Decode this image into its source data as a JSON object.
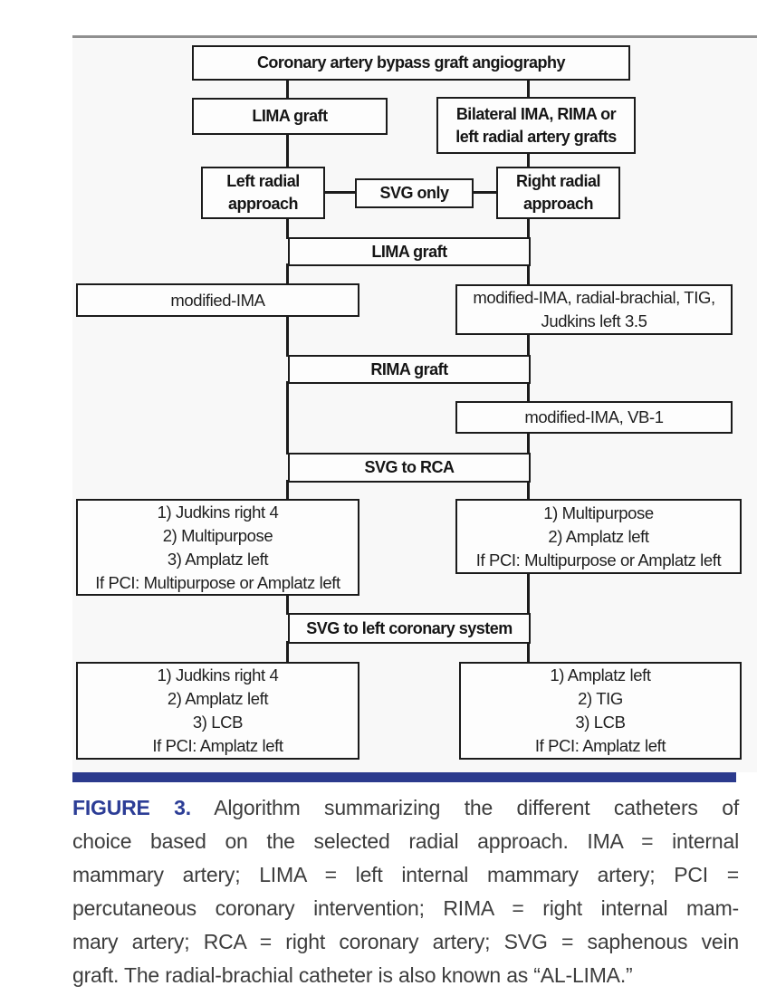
{
  "figure": {
    "root": "Coronary artery bypass graft angiography",
    "lima_graft": "LIMA graft",
    "bilateral": [
      "Bilateral IMA, RIMA or",
      "left radial artery grafts"
    ],
    "left_radial": [
      "Left radial",
      "approach"
    ],
    "svg_only": "SVG only",
    "right_radial": [
      "Right radial",
      "approach"
    ],
    "band_lima_graft": "LIMA graft",
    "left_lima_catheters": "modified-IMA",
    "right_lima_catheters": [
      "modified-IMA, radial-brachial, TIG,",
      "Judkins left 3.5"
    ],
    "band_rima_graft": "RIMA graft",
    "right_rima_catheters": "modified-IMA, VB-1",
    "band_svg_rca": "SVG to RCA",
    "left_svg_rca_catheters": [
      "1) Judkins right 4",
      "2) Multipurpose",
      "3) Amplatz left",
      "If PCI: Multipurpose or Amplatz left"
    ],
    "right_svg_rca_catheters": [
      "1) Multipurpose",
      "2) Amplatz left",
      "If PCI: Multipurpose or Amplatz left"
    ],
    "band_svg_left": "SVG to left coronary system",
    "left_svg_left_catheters": [
      "1) Judkins right 4",
      "2) Amplatz left",
      "3) LCB",
      "If PCI: Amplatz left"
    ],
    "right_svg_left_catheters": [
      "1) Amplatz left",
      "2) TIG",
      "3) LCB",
      "If PCI: Amplatz left"
    ]
  },
  "caption": {
    "lead": "FIGURE 3.",
    "lines": [
      "Algorithm summarizing the different catheters of",
      "choice based on the selected radial approach. IMA = internal",
      "mammary artery; LIMA = left internal mammary artery; PCI =",
      "percutaneous coronary intervention; RIMA = right internal mam-",
      "mary artery; RCA = right coronary artery; SVG = saphenous vein",
      "graft. The radial-brachial catheter is also known as “AL-LIMA.”"
    ]
  },
  "colors": {
    "accent_blue": "#2b3a8d",
    "figure_label_blue": "#2c3d96",
    "box_border": "#1b1b1b",
    "top_rule_gray": "#8f8f8f",
    "caption_text": "#3d3d3d"
  }
}
